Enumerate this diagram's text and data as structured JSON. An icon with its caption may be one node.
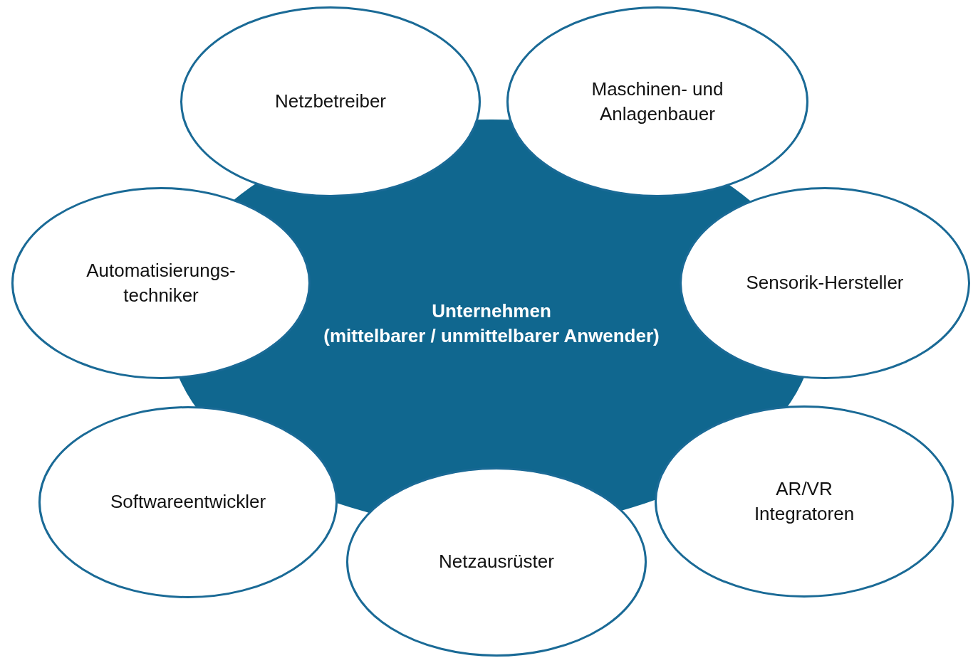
{
  "diagram": {
    "nodes": [
      {
        "text": [
          "Unternehmen",
          "(mittelbarer / unmittelbarer Anwender)"
        ]
      },
      {
        "text": [
          "Netzbetreiber"
        ]
      },
      {
        "text": [
          "Maschinen- und Anlagenbauer"
        ]
      },
      {
        "text": [
          "Automatisierungs- techniker"
        ]
      },
      {
        "text": [
          "Sensorik-Hersteller"
        ]
      },
      {
        "text": [
          "Softwareentwickler"
        ]
      },
      {
        "text": [
          "AR/VR Integratoren"
        ]
      },
      {
        "text": [
          "Netzausrüster"
        ]
      }
    ]
  }
}
